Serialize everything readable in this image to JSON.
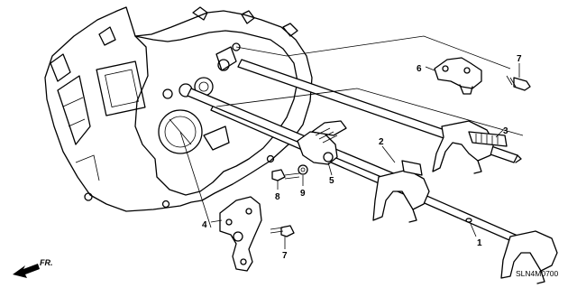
{
  "callouts": {
    "c1": "1",
    "c2": "2",
    "c3": "3",
    "c4": "4",
    "c5": "5",
    "c6": "6",
    "c7a": "7",
    "c7b": "7",
    "c8": "8",
    "c9": "9"
  },
  "direction_label": "FR.",
  "diagram_code": "SLN4M0700"
}
